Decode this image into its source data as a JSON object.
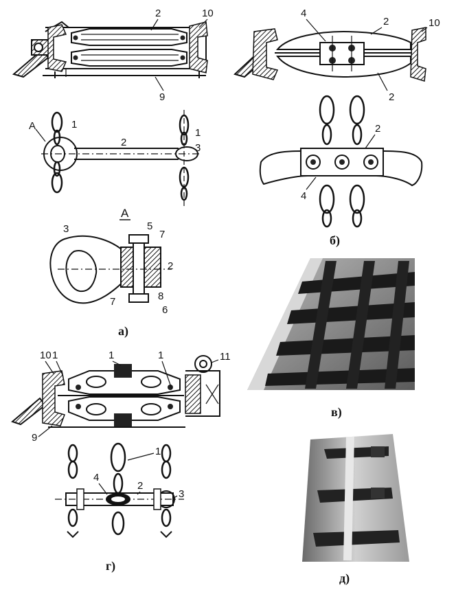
{
  "panels": {
    "a": {
      "caption": "а)",
      "section_label": "A",
      "view_label": "A",
      "top_labels": [
        "2",
        "10",
        "9"
      ],
      "plan_labels": [
        "1",
        "2",
        "1",
        "3"
      ],
      "detail_labels": [
        "3",
        "5",
        "7",
        "2",
        "8",
        "7",
        "6"
      ]
    },
    "b": {
      "caption": "б)",
      "top_labels": [
        "4",
        "2",
        "10",
        "2"
      ],
      "plan_labels": [
        "2",
        "4"
      ]
    },
    "v": {
      "caption": "в)"
    },
    "g": {
      "caption": "г)",
      "top_labels": [
        "10",
        "1",
        "1",
        "1",
        "11",
        "9"
      ],
      "plan_labels": [
        "1",
        "4",
        "2",
        "3"
      ]
    },
    "d": {
      "caption": "д)"
    }
  }
}
